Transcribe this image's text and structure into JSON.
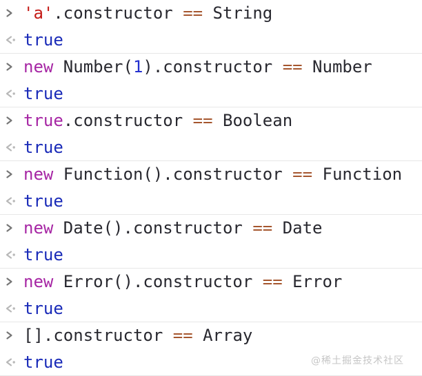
{
  "watermark": {
    "text": "@稀土掘金技术社区"
  },
  "colors": {
    "background": "#ffffff",
    "separator": "#e7e7e7",
    "code_default": "#28282f",
    "keyword": "#a626a4",
    "string_literal": "#c41a16",
    "number_literal": "#2430cf",
    "operator": "#a5552d",
    "result_value": "#1a2bb8",
    "input_chevron": "#757575",
    "output_chevron": "#b8b8b8",
    "watermark_color": "#c6c6c6"
  },
  "console": {
    "entries": [
      {
        "input_tokens": [
          {
            "text": "'a'",
            "type": "string"
          },
          {
            "text": ".constructor ",
            "type": "plain"
          },
          {
            "text": "==",
            "type": "operator"
          },
          {
            "text": " String",
            "type": "plain"
          }
        ],
        "result": "true"
      },
      {
        "input_tokens": [
          {
            "text": "new ",
            "type": "keyword"
          },
          {
            "text": "Number(",
            "type": "plain"
          },
          {
            "text": "1",
            "type": "number"
          },
          {
            "text": ").constructor ",
            "type": "plain"
          },
          {
            "text": "==",
            "type": "operator"
          },
          {
            "text": " Number",
            "type": "plain"
          }
        ],
        "result": "true"
      },
      {
        "input_tokens": [
          {
            "text": "true",
            "type": "keyword"
          },
          {
            "text": ".constructor ",
            "type": "plain"
          },
          {
            "text": "==",
            "type": "operator"
          },
          {
            "text": " Boolean",
            "type": "plain"
          }
        ],
        "result": "true"
      },
      {
        "input_tokens": [
          {
            "text": "new ",
            "type": "keyword"
          },
          {
            "text": "Function().constructor ",
            "type": "plain"
          },
          {
            "text": "==",
            "type": "operator"
          },
          {
            "text": " Function",
            "type": "plain"
          }
        ],
        "result": "true"
      },
      {
        "input_tokens": [
          {
            "text": "new ",
            "type": "keyword"
          },
          {
            "text": "Date().constructor ",
            "type": "plain"
          },
          {
            "text": "==",
            "type": "operator"
          },
          {
            "text": " Date",
            "type": "plain"
          }
        ],
        "result": "true"
      },
      {
        "input_tokens": [
          {
            "text": "new ",
            "type": "keyword"
          },
          {
            "text": "Error().constructor ",
            "type": "plain"
          },
          {
            "text": "==",
            "type": "operator"
          },
          {
            "text": " Error",
            "type": "plain"
          }
        ],
        "result": "true"
      },
      {
        "input_tokens": [
          {
            "text": "[].constructor ",
            "type": "plain"
          },
          {
            "text": "==",
            "type": "operator"
          },
          {
            "text": " Array",
            "type": "plain"
          }
        ],
        "result": "true"
      }
    ]
  }
}
